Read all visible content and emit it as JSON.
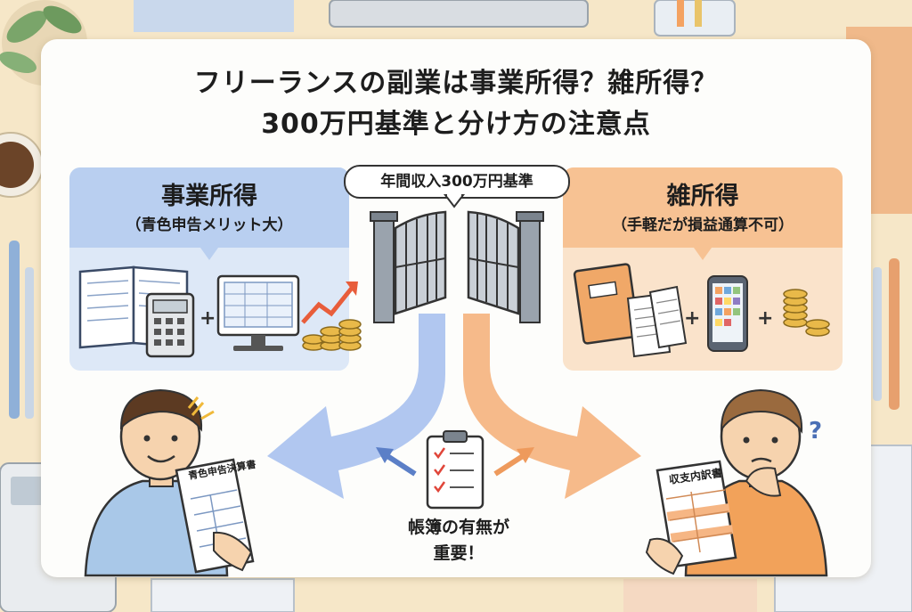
{
  "title": {
    "line1": "フリーランスの副業は事業所得？雑所得？",
    "line2": "300万円基準と分け方の注意点"
  },
  "threshold_label": "年間収入300万円基準",
  "business_income": {
    "title": "事業所得",
    "subtitle": "（青色申告メリット大）",
    "document_label": "青色申告決算書",
    "color": "#b9cff0"
  },
  "misc_income": {
    "title": "雑所得",
    "subtitle": "（手軽だが損益通算不可）",
    "document_label": "収支内訳書",
    "color": "#f7c293"
  },
  "key_point": {
    "line1": "帳簿の有無が",
    "line2": "重要！"
  },
  "plus_sign": "+",
  "question_mark": "?",
  "icons": [
    "ledger-book-icon",
    "calculator-icon",
    "computer-icon",
    "growth-arrow-icon",
    "coins-icon",
    "gate-icon",
    "notebook-icon",
    "receipt-icon",
    "smartphone-icon",
    "checklist-icon"
  ]
}
